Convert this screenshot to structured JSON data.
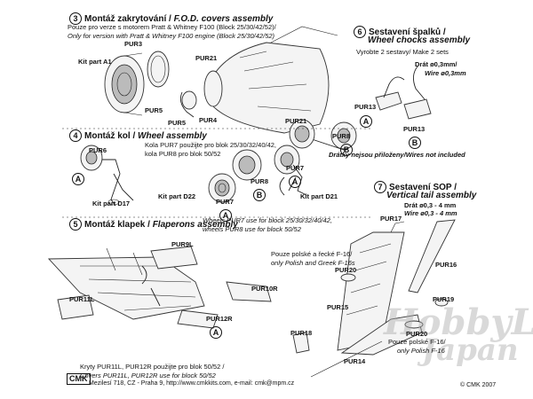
{
  "sections": {
    "fod": {
      "number": "3",
      "title_cz": "Montáž zakrytování /",
      "title_en": "F.O.D. covers assembly",
      "note_cz": "Pouze pro verze s motorem Pratt & Whitney F100 (Block 25/30/42/52)/",
      "note_en": "Only for version with Pratt & Whitney F100 engine (Block 25/30/42/52)",
      "labels": {
        "kit_a1": "Kit part A1",
        "pur3": "PUR3",
        "pur21_top": "PUR21",
        "pur5a": "PUR5",
        "pur5b": "PUR5",
        "pur4": "PUR4",
        "pur21_bottom": "PUR21"
      }
    },
    "chocks": {
      "number": "6",
      "title_cz": "Sestavení špalků /",
      "title_en": "Wheel chocks assembly",
      "note": "Vyrobte 2 sestavy/ Make 2 sets",
      "wire_cz": "Drát ø0,3mm/",
      "wire_en": "Wire ø0,3mm",
      "pur13a": "PUR13",
      "pur13b": "PUR13",
      "ref_a": "A",
      "ref_b": "B"
    },
    "wheels": {
      "number": "4",
      "title_cz": "Montáž kol /",
      "title_en": "Wheel assembly",
      "note_cz1": "Kola PUR7 použijte pro blok 25/30/32/40/42,",
      "note_cz2": "kola PUR8 pro blok 50/52",
      "note_en1": "Wheels PUR7 use for block 25/30/32/40/42,",
      "note_en2": "wheels PUR8 use for block 50/52",
      "wires_note": "Drátky nejsou přiloženy/Wires not included",
      "labels": {
        "pur6": "PUR6",
        "ref_a1": "A",
        "kit_d22": "Kit part D22",
        "kit_d17": "Kit part D17",
        "pur7a": "PUR7",
        "ref_a2": "A",
        "pur8a": "PUR8",
        "ref_b1": "B",
        "pur7b": "PUR7",
        "ref_a3": "A",
        "kit_d21": "Kit part D21",
        "pur8b": "PUR8",
        "ref_b2": "B"
      }
    },
    "flaperons": {
      "number": "5",
      "title_cz": "Montáž klapek /",
      "title_en": "Flaperons assembly",
      "note_cz": "Kryty PUR11L, PUR12R použijte pro blok 50/52 /",
      "note_en": "Covers PUR11L, PUR12R use for block 50/52",
      "labels": {
        "pur9l": "PUR9L",
        "pur11l": "PUR11L",
        "pur10r": "PUR10R",
        "pur12r": "PUR12R",
        "ref_a": "A"
      }
    },
    "tail": {
      "number": "7",
      "title_cz": "Sestavení SOP /",
      "title_en": "Vertical tail assembly",
      "wire_cz": "Drát ø0,3 - 4 mm",
      "wire_en": "Wire ø0,3 - 4 mm",
      "note1_cz": "Pouze polské a řecké F-16/",
      "note1_en": "only Polish and Greek F-16s",
      "note2_cz": "Pouze polské F-16/",
      "note2_en": "only Polish F-16",
      "labels": {
        "pur17": "PUR17",
        "pur16": "PUR16",
        "pur20a": "PUR20",
        "pur15": "PUR15",
        "pur19": "PUR19",
        "pur20b": "PUR20",
        "pur18": "PUR18",
        "pur14": "PUR14"
      }
    }
  },
  "footer": {
    "logo": "CMK",
    "address": "Mezilesí 718, CZ - Praha 9,  http://www.cmkkits.com, e-mail: cmk@mpm.cz",
    "copyright": "© CMK 2007"
  },
  "watermark": {
    "line1": "HobbyLink",
    "line2": "Japan"
  }
}
